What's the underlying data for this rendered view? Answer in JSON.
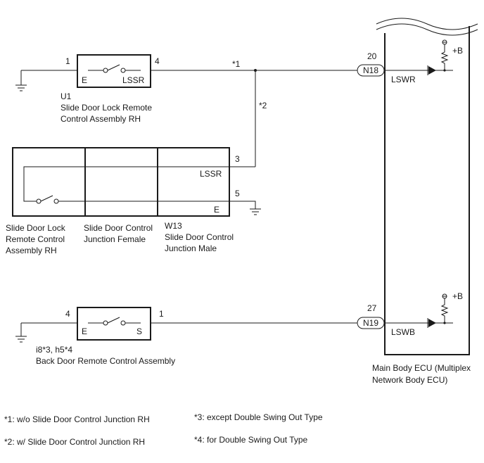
{
  "switch_u1": {
    "pin_left": "1",
    "pin_right": "4",
    "term_left": "E",
    "term_right": "LSSR",
    "code": "U1",
    "name_line1": "Slide Door Lock Remote",
    "name_line2": "Control Assembly RH"
  },
  "wires": {
    "note1": "*1",
    "note2": "*2"
  },
  "junction": {
    "pin_3": "3",
    "pin_5": "5",
    "term_lssr": "LSSR",
    "term_e": "E",
    "part1_line1": "Slide Door Lock",
    "part1_line2": "Remote Control",
    "part1_line3": "Assembly RH",
    "part2_line1": "Slide Door Control",
    "part2_line2": "Junction Female",
    "part3_code": "W13",
    "part3_line1": "Slide Door Control",
    "part3_line2": "Junction Male"
  },
  "switch_back": {
    "pin_left": "4",
    "pin_right": "1",
    "term_left": "E",
    "term_right": "S",
    "code": "i8*3, h5*4",
    "name": "Back Door Remote Control Assembly"
  },
  "ecu": {
    "conn1_pin": "20",
    "conn1": "N18",
    "term1": "LSWR",
    "conn2_pin": "27",
    "conn2": "N19",
    "term2": "LSWB",
    "supply": "+B",
    "name_line1": "Main Body ECU (Multiplex",
    "name_line2": "Network Body ECU)"
  },
  "notes": {
    "n1": "*1: w/o Slide Door Control Junction RH",
    "n2": "*2: w/ Slide Door Control Junction RH",
    "n3": "*3: except Double Swing Out Type",
    "n4": "*4: for Double Swing Out Type"
  }
}
